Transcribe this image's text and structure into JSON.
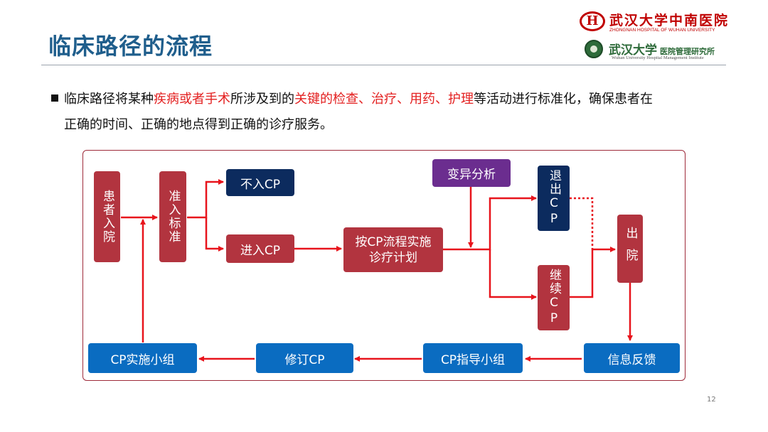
{
  "slide": {
    "title": "临床路径的流程",
    "page_number": "12"
  },
  "logos": {
    "hospital_cn": "武汉大学中南医院",
    "hospital_en": "ZHONGNAN HOSPITAL OF WUHAN UNIVERSITY",
    "institute_cn": "武汉大学",
    "institute_cn_sub": "医院管理研究所",
    "institute_en": "Wuhan University Hospital Management Institute"
  },
  "bullet": {
    "t1": "临床路径将某种",
    "h1": "疾病或者手术",
    "t2": "所涉及到的",
    "h2": "关键的检查、治疗、用药、护理",
    "t3": "等活动进行标准化，确保患者在",
    "line2": "正确的时间、正确的地点得到正确的诊疗服务。"
  },
  "flow": {
    "admission": "患者入院",
    "criteria": "准入标准",
    "not_enter": "不入CP",
    "enter": "进入CP",
    "implement": "按CP流程实施诊疗计划",
    "variation": "变异分析",
    "exit": "退出CP",
    "continue": "继续CP",
    "discharge": "出院",
    "feedback": "信息反馈",
    "guide_group": "CP指导小组",
    "revise": "修订CP",
    "impl_group": "CP实施小组"
  },
  "colors": {
    "title": "#1f5e8c",
    "highlight": "#e32020",
    "box_red": "#b2343f",
    "box_navy": "#0c2b5e",
    "box_purple": "#6b2d8f",
    "box_blue": "#0a6cc1",
    "arrow": "#e8141c"
  }
}
